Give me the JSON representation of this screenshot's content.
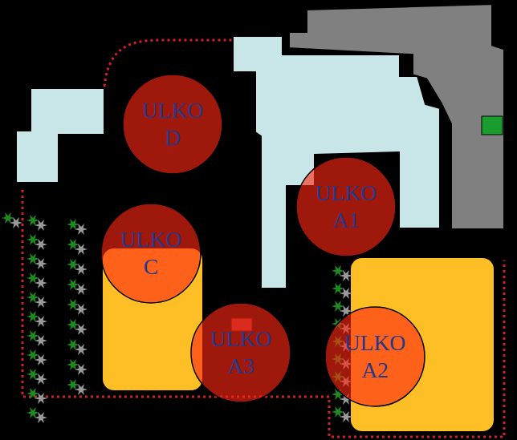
{
  "diagram": {
    "nodes": [
      {
        "text": [
          "ULKO D"
        ]
      },
      {
        "text": [
          "ULKO A1"
        ]
      },
      {
        "text": [
          "ULKO C"
        ]
      },
      {
        "text": [
          "ULKO A3"
        ]
      },
      {
        "text": [
          "ULKO A2"
        ]
      }
    ]
  }
}
